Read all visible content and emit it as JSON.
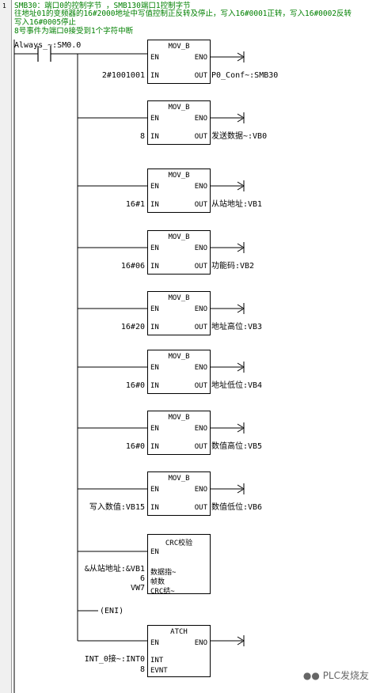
{
  "network": {
    "number": "1"
  },
  "comments": [
    "SMB30：端口0的控制字节 ，SMB130端口1控制字节",
    "往地址01的变频器的16#2000地址中写值控制正反转及停止，写入16#0001正转，写入16#0002反转",
    "写入16#0005停止",
    "8号事件为端口0接受到1个字符中断"
  ],
  "contact": {
    "label": "Always_~:SM0.0"
  },
  "mov_blocks": [
    {
      "title": "MOV_B",
      "en": "EN",
      "eno": "ENO",
      "in_pin": "IN",
      "out_pin": "OUT",
      "in_value": "2#1001001",
      "out_value": "P0_Conf~:SMB30"
    },
    {
      "title": "MOV_B",
      "en": "EN",
      "eno": "ENO",
      "in_pin": "IN",
      "out_pin": "OUT",
      "in_value": "8",
      "out_value": "发送数据~:VB0"
    },
    {
      "title": "MOV_B",
      "en": "EN",
      "eno": "ENO",
      "in_pin": "IN",
      "out_pin": "OUT",
      "in_value": "16#1",
      "out_value": "从站地址:VB1"
    },
    {
      "title": "MOV_B",
      "en": "EN",
      "eno": "ENO",
      "in_pin": "IN",
      "out_pin": "OUT",
      "in_value": "16#06",
      "out_value": "功能码:VB2"
    },
    {
      "title": "MOV_B",
      "en": "EN",
      "eno": "ENO",
      "in_pin": "IN",
      "out_pin": "OUT",
      "in_value": "16#20",
      "out_value": "地址高位:VB3"
    },
    {
      "title": "MOV_B",
      "en": "EN",
      "eno": "ENO",
      "in_pin": "IN",
      "out_pin": "OUT",
      "in_value": "16#0",
      "out_value": "地址低位:VB4"
    },
    {
      "title": "MOV_B",
      "en": "EN",
      "eno": "ENO",
      "in_pin": "IN",
      "out_pin": "OUT",
      "in_value": "16#0",
      "out_value": "数值高位:VB5"
    },
    {
      "title": "MOV_B",
      "en": "EN",
      "eno": "ENO",
      "in_pin": "IN",
      "out_pin": "OUT",
      "in_value": "写入数值:VB15",
      "out_value": "数值低位:VB6"
    }
  ],
  "crc_block": {
    "title": "CRC校验",
    "en": "EN",
    "inputs": [
      {
        "value": "&从站地址:&VB1",
        "pin": "数据指~"
      },
      {
        "value": "6",
        "pin": "帧数"
      },
      {
        "value": "VW7",
        "pin": "CRC结~"
      }
    ]
  },
  "eni_coil": {
    "label": "ENI"
  },
  "atch_block": {
    "title": "ATCH",
    "en": "EN",
    "eno": "ENO",
    "inputs": [
      {
        "value": "INT_0接~:INT0",
        "pin": "INT"
      },
      {
        "value": "8",
        "pin": "EVNT"
      }
    ]
  },
  "watermark": {
    "text": "PLC发烧友",
    "icon": "wechat-icon"
  }
}
